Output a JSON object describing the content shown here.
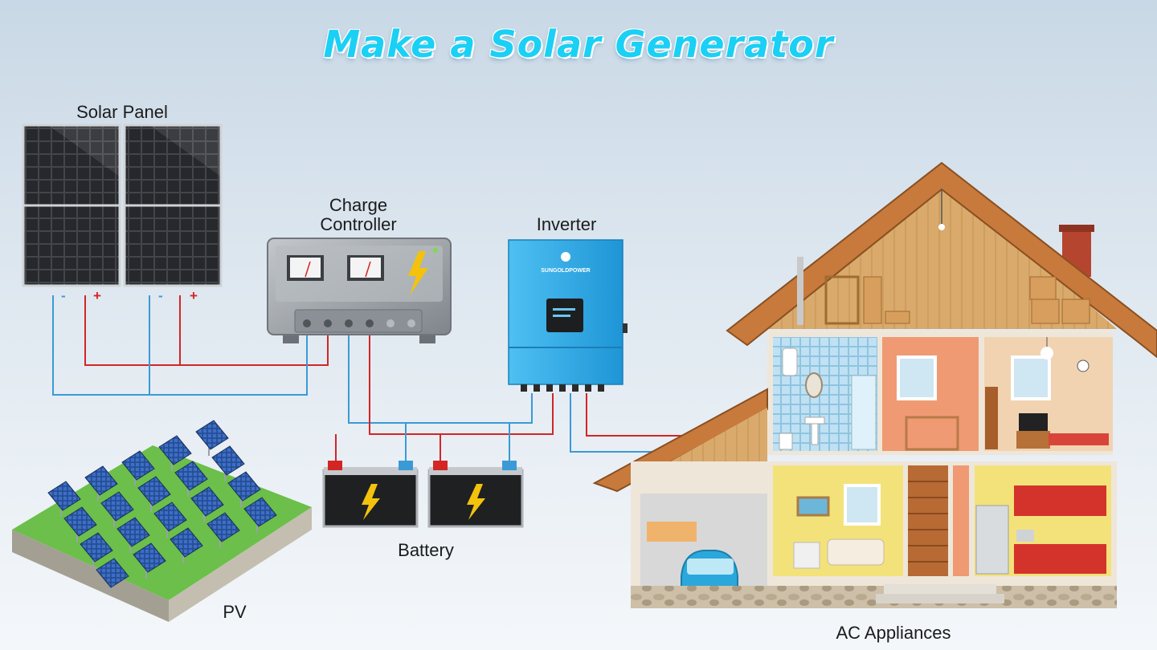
{
  "title": "Make a Solar Generator",
  "labels": {
    "solar_panel": "Solar Panel",
    "charge_controller_line1": "Charge",
    "charge_controller_line2": "Controller",
    "inverter": "Inverter",
    "battery": "Battery",
    "pv": "PV",
    "ac_appliances": "AC Appliances"
  },
  "terminals": {
    "minus": "-",
    "plus": "+"
  },
  "inverter_brand": "SUNGOLDPOWER",
  "colors": {
    "title": "#1ad0f5",
    "positive_wire": "#d42525",
    "negative_wire": "#3a9ad6",
    "inverter_body": "#2fa9e8",
    "controller_body": "#9a9fa5",
    "bolt": "#f4c20d",
    "grass": "#6bbf4a"
  }
}
